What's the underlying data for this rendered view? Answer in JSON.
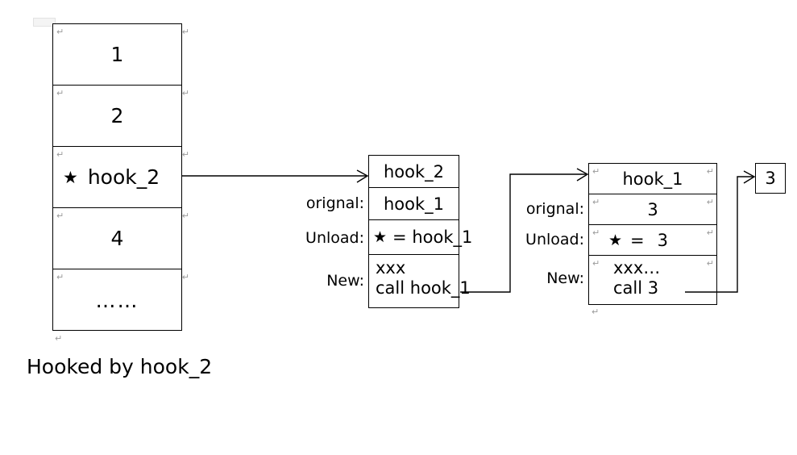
{
  "diagram": {
    "caption": "Hooked by hook_2",
    "star_glyph": "★",
    "arrow_note": "open-arrowhead connectors"
  },
  "chain_table": {
    "name": "hook-chain-list",
    "rows": [
      {
        "text": "1",
        "starred": false
      },
      {
        "text": "2",
        "starred": false
      },
      {
        "text": "hook_2",
        "starred": true
      },
      {
        "text": "4",
        "starred": false
      },
      {
        "text": "……",
        "starred": false
      }
    ]
  },
  "hook2_block": {
    "header": "hook_2",
    "labels": {
      "original": "orignal:",
      "unload": "Unload:",
      "new": "New:"
    },
    "original_value": "hook_1",
    "unload_star": "★",
    "unload_eq": "=",
    "unload_value": "hook_1",
    "new_line1": "xxx",
    "new_line2": "call hook_1"
  },
  "hook1_block": {
    "header": "hook_1",
    "labels": {
      "original": "orignal:",
      "unload": "Unload:",
      "new": "New:"
    },
    "original_value": "3",
    "unload_star": "★",
    "unload_eq": "=",
    "unload_value": "3",
    "new_line1": "xxx…",
    "new_line2": "call 3"
  },
  "target_box": {
    "value": "3"
  },
  "marks": {
    "pilcrow": "↵"
  },
  "colors": {
    "stroke": "#000000",
    "background": "#ffffff",
    "mark_gray": "#9a9a9a"
  }
}
